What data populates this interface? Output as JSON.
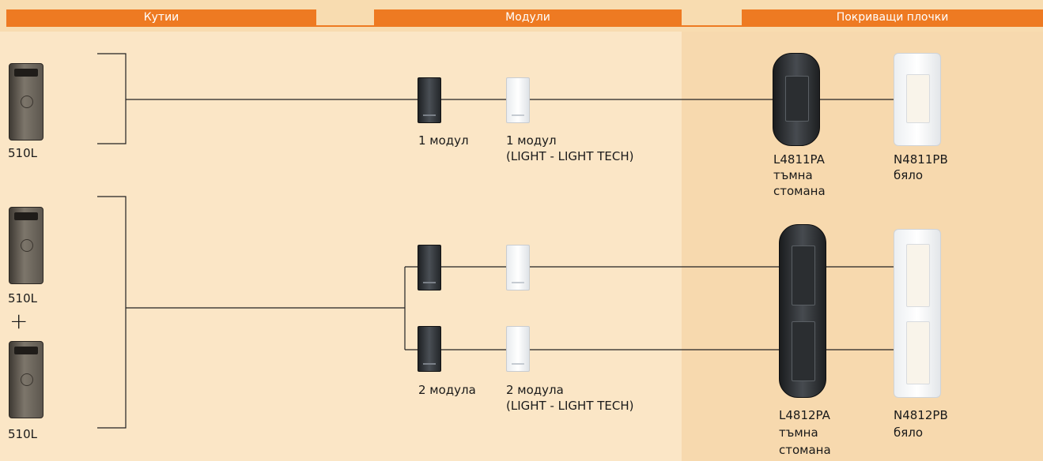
{
  "headers": {
    "boxes": "Кутии",
    "modules": "Модули",
    "plates": "Покриващи плочки"
  },
  "colors": {
    "header_bar": "#ee7a22",
    "background": "#f8dcb0",
    "line": "#222222"
  },
  "row1": {
    "box_code": "510L",
    "module_dark_label": "1 модул",
    "module_white_label_1": "1 модул",
    "module_white_label_2": "(LIGHT - LIGHT TECH)",
    "plate_dark_code": "L4811PA",
    "plate_dark_color_1": "тъмна",
    "plate_dark_color_2": "стомана",
    "plate_white_code": "N4811PB",
    "plate_white_color": "бяло"
  },
  "row2": {
    "box_code_top": "510L",
    "plus": "+",
    "box_code_bottom": "510L",
    "module_dark_label": "2 модула",
    "module_white_label_1": "2 модула",
    "module_white_label_2": "(LIGHT - LIGHT TECH)",
    "plate_dark_code": "L4812PA",
    "plate_dark_color_1": "тъмна",
    "plate_dark_color_2": "стомана",
    "plate_white_code": "N4812PB",
    "plate_white_color": "бяло"
  }
}
